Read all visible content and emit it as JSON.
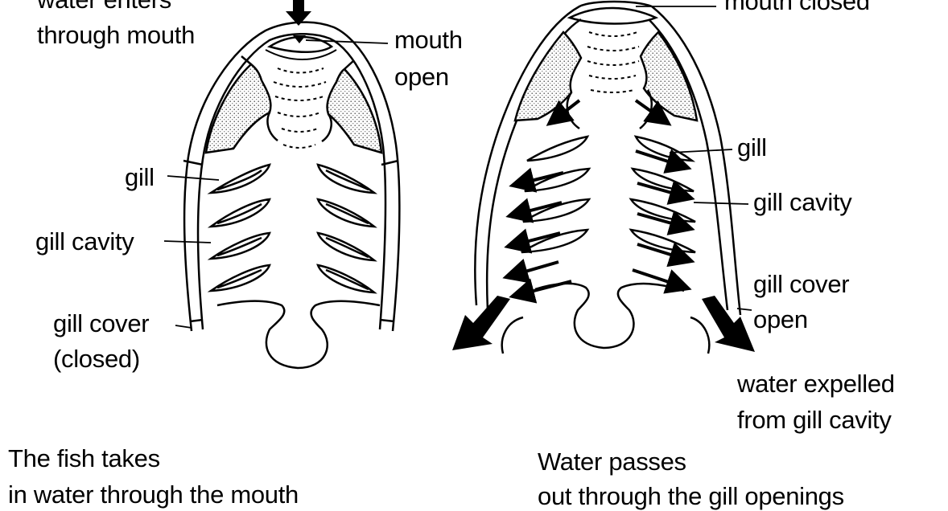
{
  "left_panel": {
    "labels": {
      "water_enters_1": "water enters",
      "water_enters_2": "through mouth",
      "mouth_open_1": "mouth",
      "mouth_open_2": "open",
      "gill": "gill",
      "gill_cavity": "gill cavity",
      "gill_cover_1": "gill cover",
      "gill_cover_2": "(closed)"
    },
    "caption_1": "The fish takes",
    "caption_2": "in water through the mouth"
  },
  "right_panel": {
    "labels": {
      "mouth_closed": "mouth closed",
      "gill": "gill",
      "gill_cavity": "gill cavity",
      "gill_cover_1": "gill cover",
      "gill_cover_2": "open",
      "water_expelled_1": "water expelled",
      "water_expelled_2": "from gill cavity"
    },
    "caption_1": "Water passes",
    "caption_2": "out through the gill openings"
  }
}
